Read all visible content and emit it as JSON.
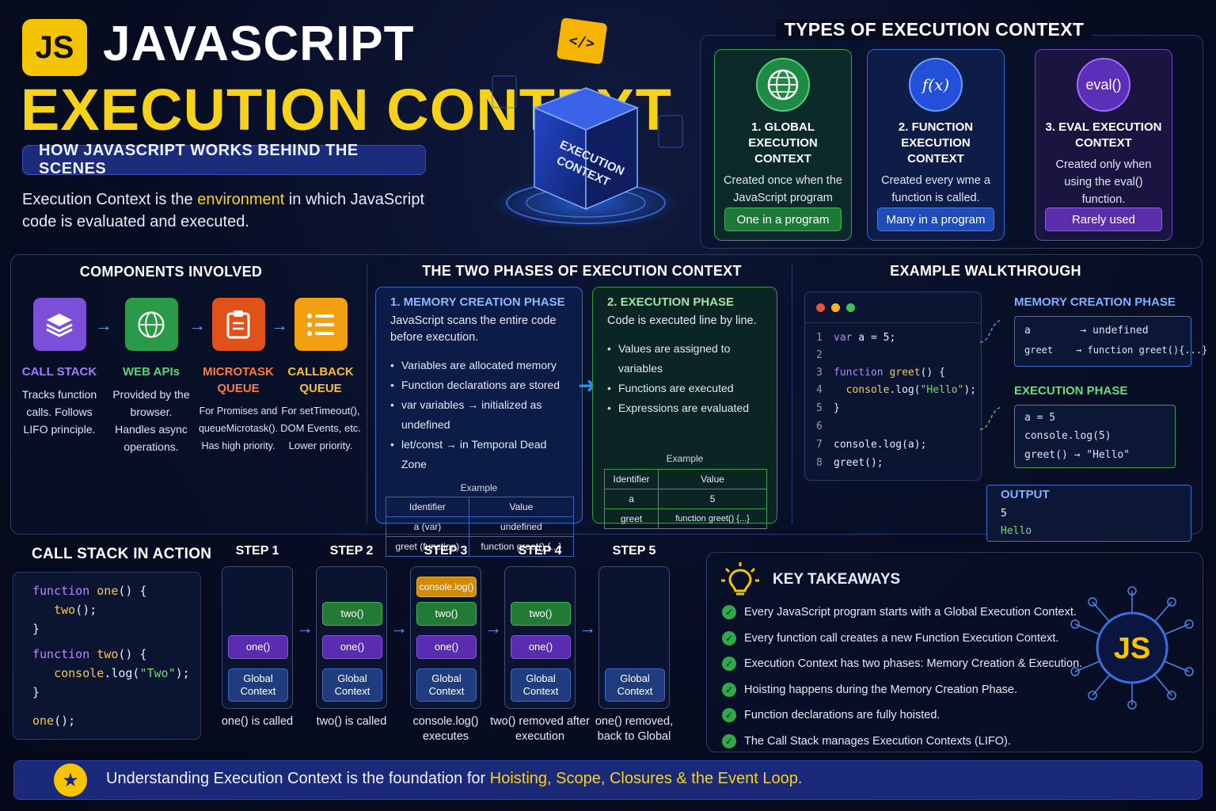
{
  "header": {
    "logo": "JS",
    "title_line1": "JAVASCRIPT",
    "title_line2": "EXECUTION CONTEXT",
    "subtitle": "HOW JAVASCRIPT WORKS BEHIND THE SCENES",
    "intro_before": "Execution Context is the ",
    "intro_highlight": "environment",
    "intro_after": " in which JavaScript code is evaluated and executed.",
    "cube_tag": "</>",
    "cube_label": "EXECUTION CONTEXT"
  },
  "types": {
    "title": "TYPES OF EXECUTION CONTEXT",
    "cards": [
      {
        "icon": "globe-icon",
        "name": "1. GLOBAL EXECUTION CONTEXT",
        "desc": "Created once when the JavaScript program starts.",
        "pill": "One in a program",
        "color": "#2aa25a"
      },
      {
        "icon_text": "f(x)",
        "name": "2. FUNCTION EXECUTION CONTEXT",
        "desc": "Created every wme a function is called.",
        "pill": "Many in a program",
        "color": "#2f65d0"
      },
      {
        "icon_text": "eval()",
        "name": "3. EVAL EXECUTION CONTEXT",
        "desc": "Created only when using the eval() function.",
        "pill": "Rarely used",
        "color": "#6b46c8"
      }
    ]
  },
  "components": {
    "title": "COMPONENTS INVOLVED",
    "items": [
      {
        "icon": "layers-icon",
        "name": "CALL STACK",
        "desc": "Tracks function calls. Follows LIFO principle.",
        "color": "#7b4fd8",
        "label_color": "#a47cff"
      },
      {
        "icon": "globe-icon",
        "name": "WEB APIs",
        "desc": "Provided by the browser. Handles async operations.",
        "color": "#2a9a48",
        "label_color": "#5fd07a"
      },
      {
        "icon": "clipboard-icon",
        "name": "MICROTASK QUEUE",
        "desc": "For Promises and queueMicrotask(). Has high priority.",
        "color": "#e0521a",
        "label_color": "#ff7a3d"
      },
      {
        "icon": "list-icon",
        "name": "CALLBACK QUEUE",
        "desc": "For setTimeout(), DOM Events, etc. Lower priority.",
        "color": "#f0a010",
        "label_color": "#f7c02a"
      }
    ]
  },
  "phases": {
    "title": "THE TWO PHASES OF EXECUTION CONTEXT",
    "memory": {
      "name": "1. MEMORY CREATION PHASE",
      "desc": "JavaScript scans the entire code before execution.",
      "bullets": [
        "Variables are allocated memory",
        "Function declarations are stored",
        "var variables → initialized as undefined",
        "let/const → in Temporal Dead Zone"
      ],
      "example_label": "Example",
      "headers": [
        "Identifier",
        "Value"
      ],
      "rows": [
        [
          "a (var)",
          "undefined"
        ],
        [
          "greet (function)",
          "function greet() {...}"
        ]
      ]
    },
    "execution": {
      "name": "2. EXECUTION PHASE",
      "desc": "Code is executed line by line.",
      "bullets": [
        "Values are assigned to variables",
        "Functions are executed",
        "Expressions are evaluated"
      ],
      "example_label": "Example",
      "headers": [
        "Identifier",
        "Value"
      ],
      "rows": [
        [
          "a",
          "5"
        ],
        [
          "greet",
          "function greet() {...}"
        ]
      ]
    }
  },
  "walkthrough": {
    "title": "EXAMPLE WALKTHROUGH",
    "code": [
      {
        "n": "1",
        "parts": [
          [
            "kw",
            "var"
          ],
          [
            "pl",
            " a = 5;"
          ]
        ]
      },
      {
        "n": "2",
        "parts": []
      },
      {
        "n": "3",
        "parts": [
          [
            "kw",
            "function"
          ],
          [
            "pl",
            " "
          ],
          [
            "fn",
            "greet"
          ],
          [
            "pl",
            "() {"
          ]
        ]
      },
      {
        "n": "4",
        "parts": [
          [
            "pl",
            "  "
          ],
          [
            "fn",
            "console"
          ],
          [
            "pl",
            ".log("
          ],
          [
            "str",
            "\"Hello\""
          ],
          [
            "pl",
            ");"
          ]
        ]
      },
      {
        "n": "5",
        "parts": [
          [
            "pl",
            "}"
          ]
        ]
      },
      {
        "n": "6",
        "parts": []
      },
      {
        "n": "7",
        "parts": [
          [
            "pl",
            "console.log(a);"
          ]
        ]
      },
      {
        "n": "8",
        "parts": [
          [
            "pl",
            "greet();"
          ]
        ]
      }
    ],
    "memory_label": "MEMORY CREATION PHASE",
    "memory_lines": [
      "a        → undefined",
      "greet    → function greet(){...}"
    ],
    "exec_label": "EXECUTION PHASE",
    "exec_lines": [
      "a = 5",
      "console.log(5)",
      "greet() → \"Hello\""
    ],
    "output_label": "OUTPUT",
    "output_lines": [
      "5",
      "Hello"
    ]
  },
  "call_stack": {
    "title": "CALL STACK IN ACTION",
    "code": [
      [
        [
          "kw",
          "function"
        ],
        [
          "pl",
          " "
        ],
        [
          "fn",
          "one"
        ],
        [
          "pl",
          "() {"
        ]
      ],
      [
        [
          "pl",
          "   "
        ],
        [
          "fn",
          "two"
        ],
        [
          "pl",
          "();"
        ]
      ],
      [
        [
          "pl",
          "}"
        ]
      ],
      [
        [
          "kw",
          "function"
        ],
        [
          "pl",
          " "
        ],
        [
          "fn",
          "two"
        ],
        [
          "pl",
          "() {"
        ]
      ],
      [
        [
          "pl",
          "   "
        ],
        [
          "fn",
          "console"
        ],
        [
          "pl",
          ".log("
        ],
        [
          "str",
          "\"Two\""
        ],
        [
          "pl",
          ");"
        ]
      ],
      [
        [
          "pl",
          "}"
        ]
      ],
      [
        [
          "fn",
          "one"
        ],
        [
          "pl",
          "();"
        ]
      ]
    ],
    "steps": [
      {
        "title": "STEP 1",
        "frames": [
          "one()"
        ],
        "caption": "one() is called"
      },
      {
        "title": "STEP 2",
        "frames": [
          "two()",
          "one()"
        ],
        "caption": "two() is called"
      },
      {
        "title": "STEP 3",
        "frames": [
          "console.log()",
          "two()",
          "one()"
        ],
        "caption": "console.log() executes"
      },
      {
        "title": "STEP 4",
        "frames": [
          "two()",
          "one()"
        ],
        "caption": "two() removed after execution"
      },
      {
        "title": "STEP 5",
        "frames": [],
        "caption": "one() removed, back to Global"
      }
    ],
    "global_label": "Global Context"
  },
  "takeaways": {
    "title": "KEY TAKEAWAYS",
    "logo": "JS",
    "items": [
      "Every JavaScript program starts with a Global Execution Context.",
      "Every function call creates a new Function Execution Context.",
      "Execution Context has two phases: Memory Creation & Execution.",
      "Hoisting happens during the Memory Creation Phase.",
      "Function declarations are fully hoisted.",
      "The Call Stack manages Execution Contexts (LIFO)."
    ]
  },
  "banner": {
    "text_before": "Understanding Execution Context is the foundation for ",
    "text_highlight": "Hoisting, Scope, Closures & the Event Loop."
  }
}
